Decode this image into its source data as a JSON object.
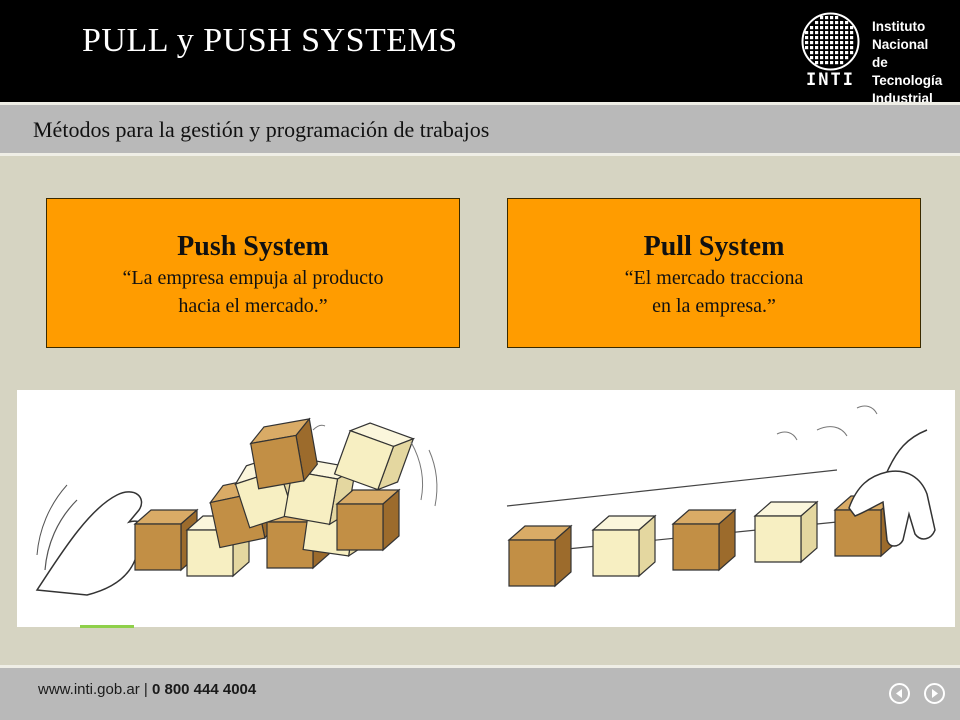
{
  "header": {
    "title": "PULL y PUSH SYSTEMS",
    "logo": {
      "acronym": "INTI",
      "lines": [
        "Instituto",
        "Nacional",
        "de Tecnología",
        "Industrial"
      ]
    }
  },
  "subheader": {
    "text": "Métodos para la gestión y programación de trabajos"
  },
  "boxes": {
    "push": {
      "title": "Push System",
      "line1": "“La empresa empuja al producto",
      "line2": "hacia el mercado.”"
    },
    "pull": {
      "title": "Pull System",
      "line1": "“El mercado tracciona",
      "line2": "en la empresa.”"
    }
  },
  "footer": {
    "url": "www.inti.gob.ar",
    "separator": "|",
    "phone": "0 800 444 4004",
    "prev_icon": "arrow-left-icon",
    "next_icon": "arrow-right-icon"
  },
  "colors": {
    "header_bg": "#000000",
    "band_bg": "#b9b9b9",
    "page_bg": "#d6d4c2",
    "box_fill": "#ff9c00",
    "cube_dark": "#c28f45",
    "cube_light": "#f7efc2"
  }
}
